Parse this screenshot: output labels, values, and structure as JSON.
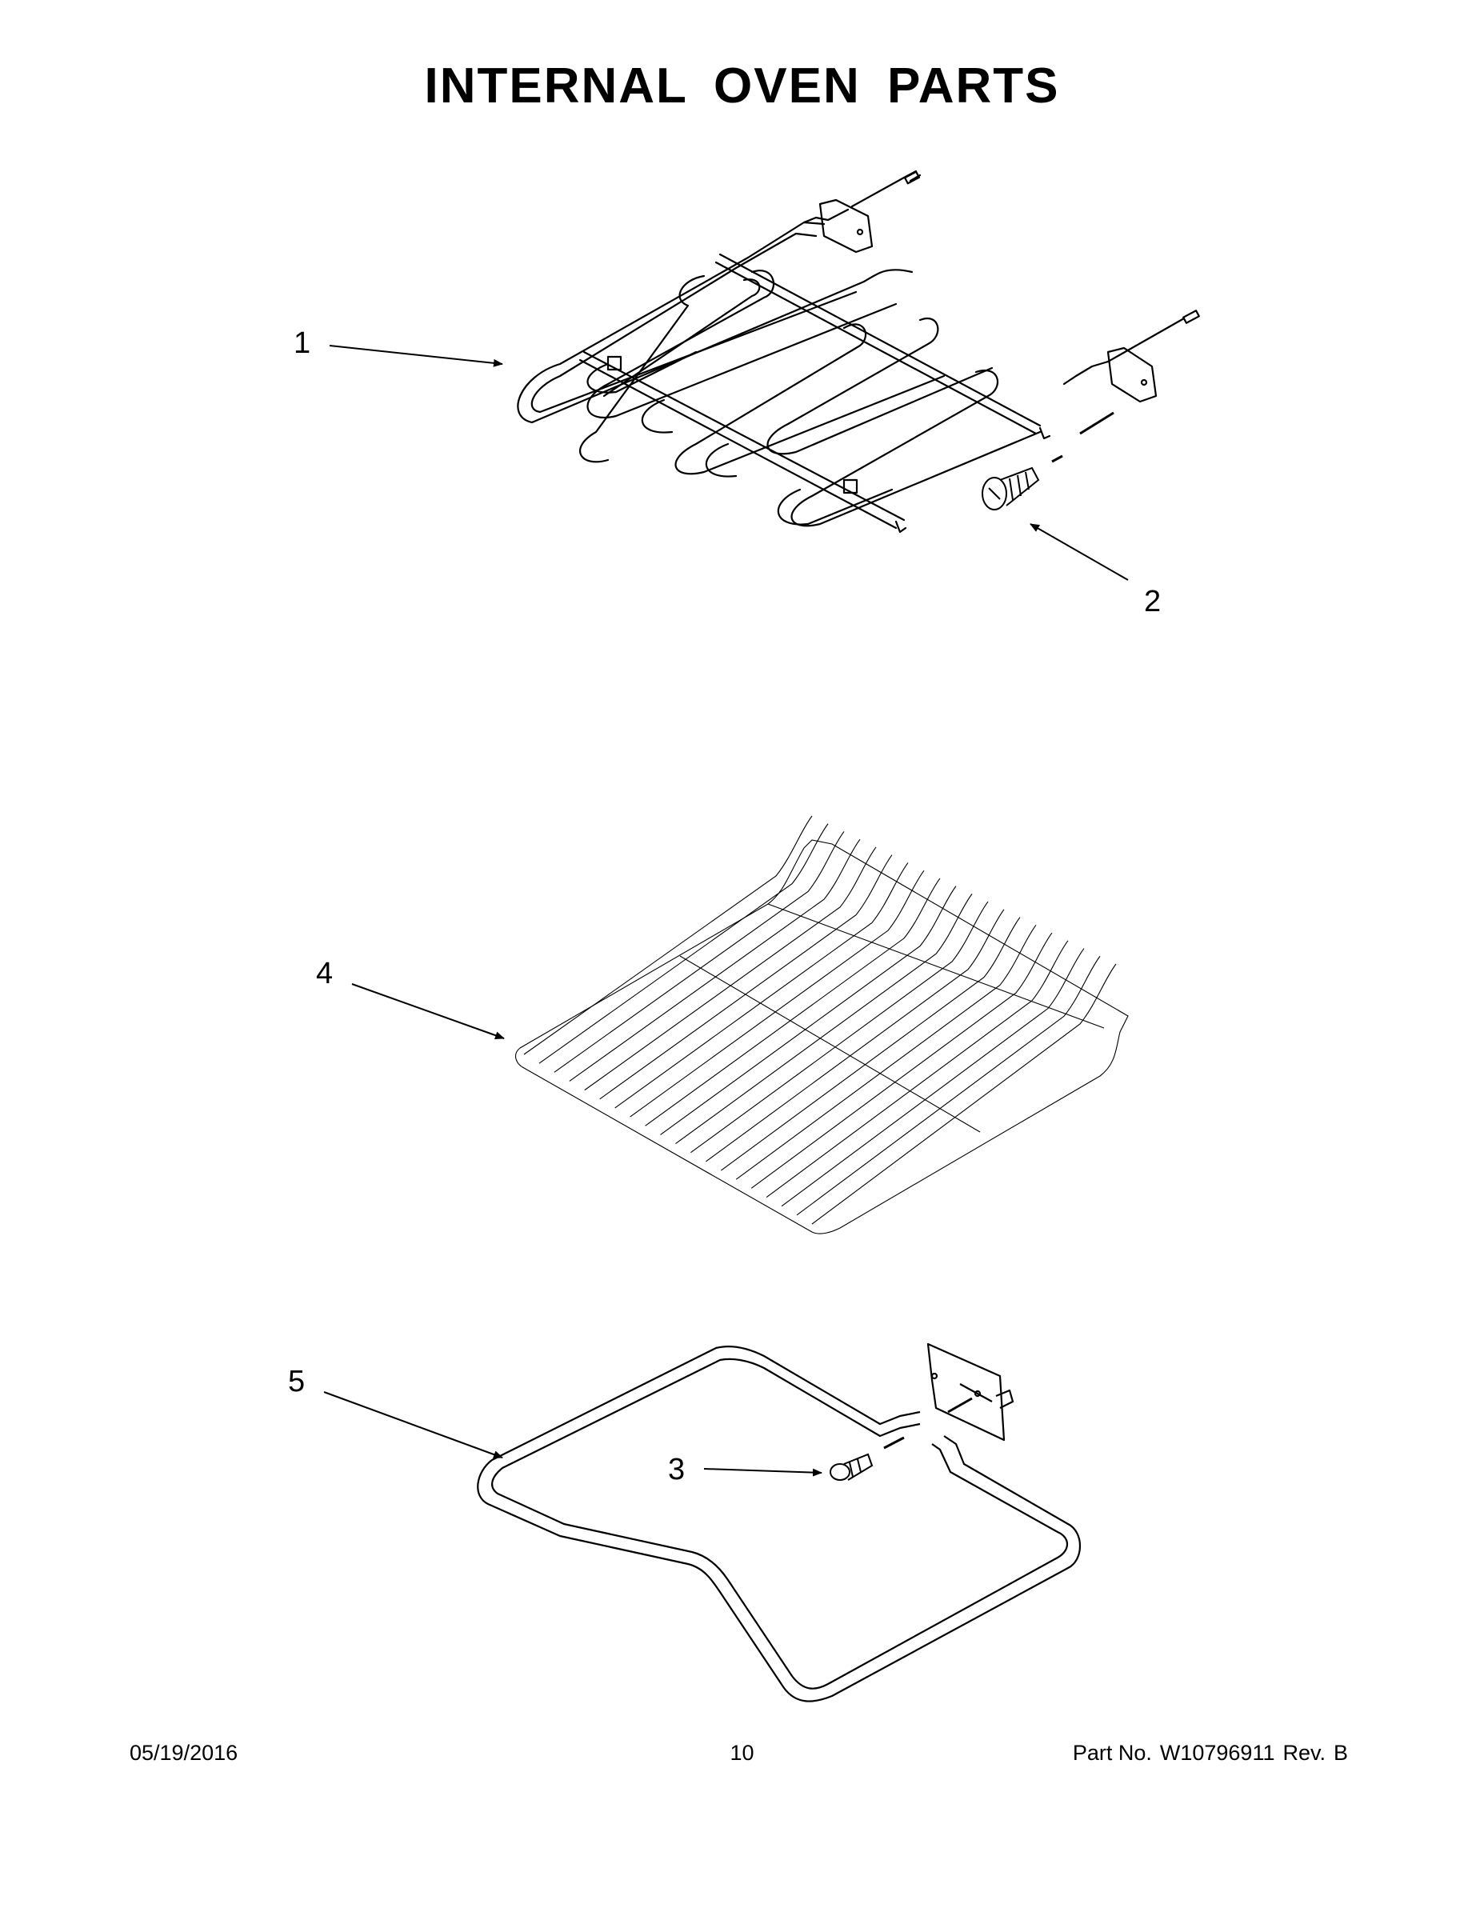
{
  "title": "INTERNAL OVEN PARTS",
  "callouts": [
    {
      "id": "1",
      "label": "1"
    },
    {
      "id": "2",
      "label": "2"
    },
    {
      "id": "3",
      "label": "3"
    },
    {
      "id": "4",
      "label": "4"
    },
    {
      "id": "5",
      "label": "5"
    }
  ],
  "footer": {
    "date": "05/19/2016",
    "page": "10",
    "part_label": "Part No.",
    "part_number": "W10796911",
    "rev_label": "Rev.",
    "rev": "B"
  },
  "colors": {
    "line": "#000000",
    "background": "#ffffff"
  }
}
